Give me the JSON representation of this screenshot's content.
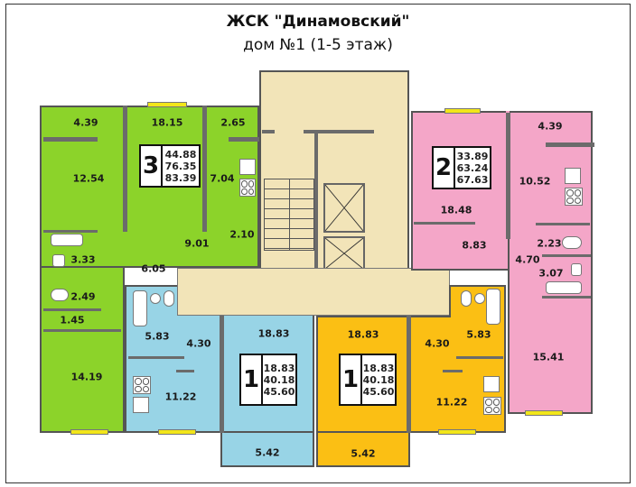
{
  "header": {
    "title": "ЖСК \"Динамовский\"",
    "subtitle": "дом №1 (1-5 этаж)"
  },
  "colors": {
    "three_room": "#8cd32a",
    "two_room": "#f4a6c8",
    "one_room_left": "#98d4e6",
    "one_room_right": "#fbbf14",
    "common_area": "#f2e4b8",
    "window": "#f2e61a",
    "wall": "#6b6b6b"
  },
  "apartments": [
    {
      "id": "apt-3",
      "rooms_count": "3",
      "living_area": "44.88",
      "total_area": "76.35",
      "area_with_balcony": "83.39",
      "rooms": [
        "4.39",
        "18.15",
        "2.65",
        "12.54",
        "7.04",
        "2.10",
        "9.01",
        "3.33",
        "6.05",
        "2.49",
        "1.45",
        "14.19"
      ]
    },
    {
      "id": "apt-2",
      "rooms_count": "2",
      "living_area": "33.89",
      "total_area": "63.24",
      "area_with_balcony": "67.63",
      "rooms": [
        "4.39",
        "10.52",
        "18.48",
        "8.83",
        "2.23",
        "4.70",
        "3.07",
        "15.41"
      ]
    },
    {
      "id": "apt-1-left",
      "rooms_count": "1",
      "living_area": "18.83",
      "total_area": "40.18",
      "area_with_balcony": "45.60",
      "rooms": [
        "5.83",
        "4.30",
        "18.83",
        "11.22",
        "5.42"
      ]
    },
    {
      "id": "apt-1-right",
      "rooms_count": "1",
      "living_area": "18.83",
      "total_area": "40.18",
      "area_with_balcony": "45.60",
      "rooms": [
        "18.83",
        "4.30",
        "5.83",
        "11.22",
        "5.42"
      ]
    }
  ]
}
